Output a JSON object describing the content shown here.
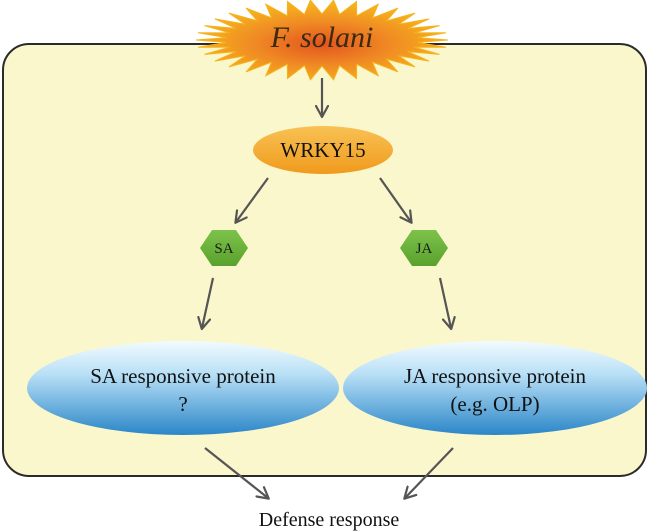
{
  "diagram": {
    "pathogen": "F. solani",
    "transcription_factor": "WRKY15",
    "hormones": [
      {
        "label": "SA"
      },
      {
        "label": "JA"
      }
    ],
    "proteins": [
      {
        "line1": "SA responsive protein",
        "line2": "?"
      },
      {
        "line1": "JA responsive protein",
        "line2": "(e.g. OLP)"
      }
    ],
    "outcome": "Defense response"
  },
  "colors": {
    "cell_fill": "#fbf7cc",
    "cell_stroke": "#2b2b2b",
    "burst_outer": "#f7b21a",
    "burst_inner": "#e2541e",
    "tf_fill": "#f4a52a",
    "hormone_fill": "#6cb43a",
    "protein_top": "#eaf6fd",
    "protein_bottom": "#2b8fd0",
    "arrow": "#555555"
  }
}
